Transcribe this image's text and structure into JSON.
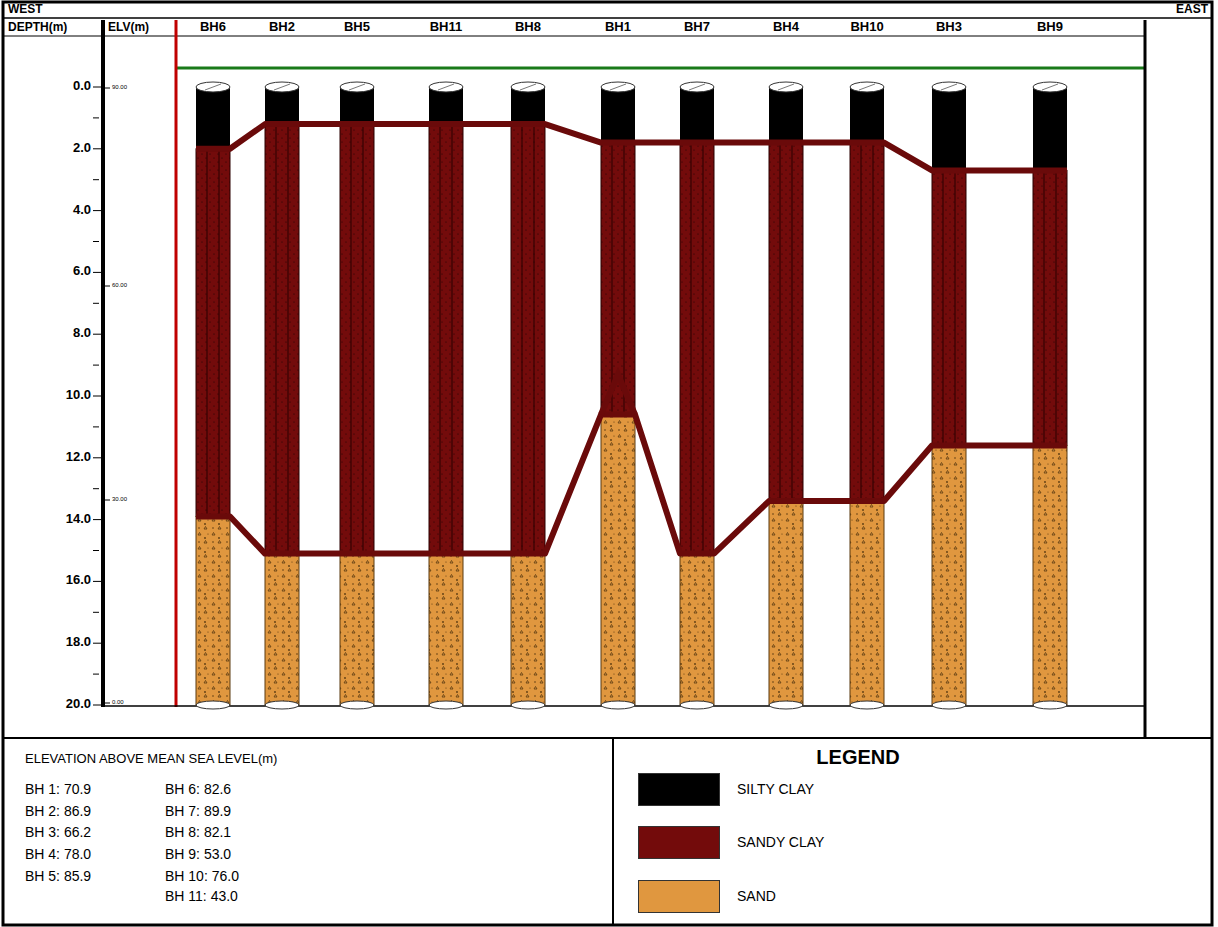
{
  "diagram": {
    "labels": [
      "WEST",
      "EAST",
      "DEPTH(m)",
      "ELV(m)",
      "BH6",
      "BH2",
      "BH5",
      "BH11",
      "BH8",
      "BH1",
      "BH7",
      "BH4",
      "BH10",
      "BH3",
      "BH9",
      "0.0",
      "2.0",
      "4.0",
      "6.0",
      "8.0",
      "10.0",
      "12.0",
      "14.0",
      "16.0",
      "18.0",
      "20.0",
      "90.00",
      "60.00",
      "30.00",
      "0.00",
      "ELEVATION ABOVE MEAN SEA LEVEL(m)",
      "BH 1: 70.9",
      "BH 2: 86.9",
      "BH 3: 66.2",
      "BH 4: 78.0",
      "BH 5: 85.9",
      "BH 6: 82.6",
      "BH 7: 89.9",
      "BH 8: 82.1",
      "BH 9: 53.0",
      "BH 10: 76.0",
      "BH 11: 43.0",
      "LEGEND"
    ],
    "legend": [
      {
        "text": "SILTY CLAY",
        "color": "#000000"
      },
      {
        "text": "SANDY CLAY",
        "color": "#730b0b"
      },
      {
        "text": "SAND",
        "color": "#e0973f"
      }
    ]
  }
}
